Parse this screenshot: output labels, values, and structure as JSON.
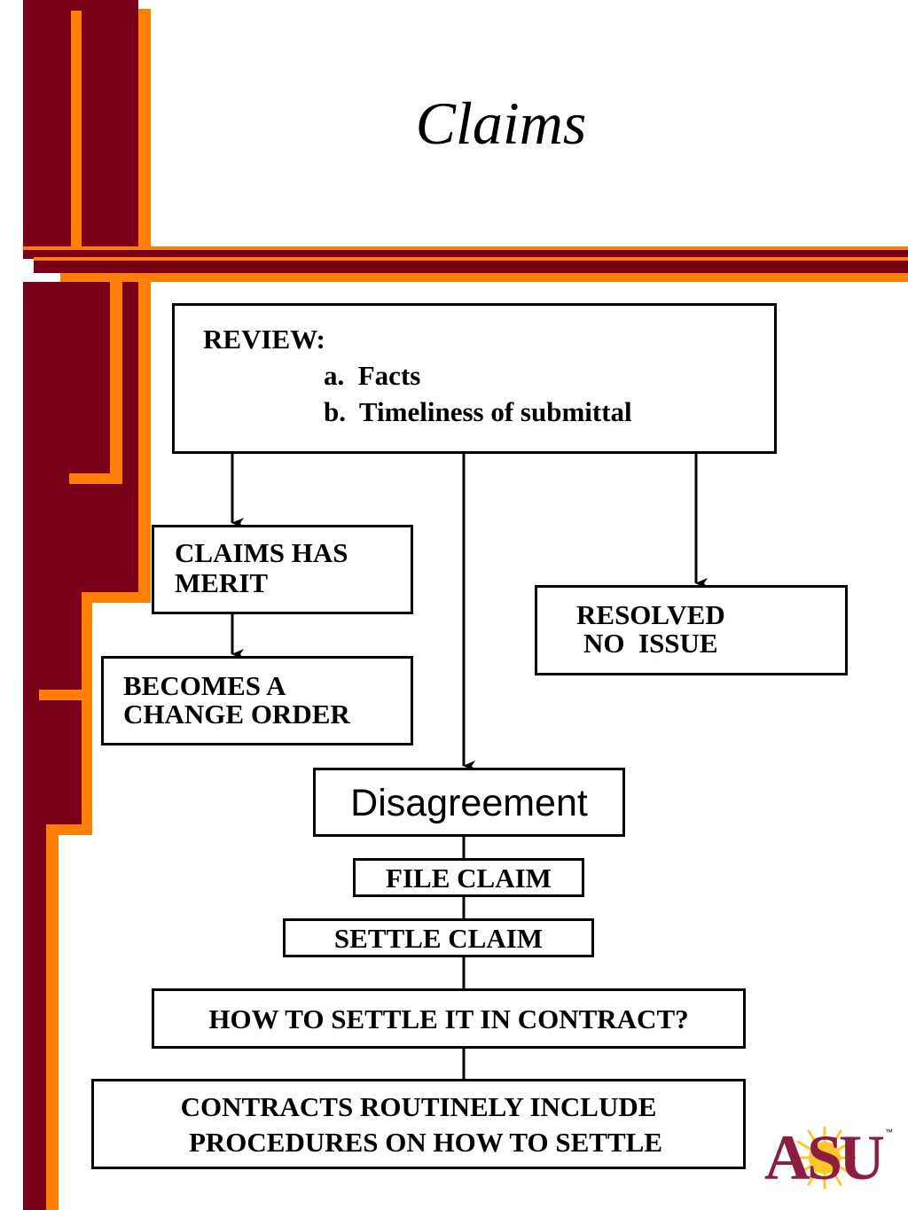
{
  "slide": {
    "title": "Claims"
  },
  "flow": {
    "review": {
      "heading": "REVIEW:",
      "items": [
        "a.  Facts",
        "b.  Timeliness of submittal"
      ]
    },
    "claims_has_merit": [
      "CLAIMS HAS",
      "MERIT"
    ],
    "becomes_change_order": [
      "BECOMES A",
      "CHANGE ORDER"
    ],
    "resolved": [
      "RESOLVED",
      "NO  ISSUE"
    ],
    "disagreement": "Disagreement",
    "file_claim": "FILE CLAIM",
    "settle_claim": "SETTLE CLAIM",
    "how_to_settle": "HOW TO SETTLE IT IN CONTRACT?",
    "contracts_include": [
      "CONTRACTS ROUTINELY INCLUDE",
      "PROCEDURES ON HOW TO SETTLE"
    ]
  },
  "logo": {
    "text": "ASU",
    "tm": "™"
  },
  "colors": {
    "maroon": "#7a0019",
    "orange": "#ff8000",
    "gold": "#ffc627"
  }
}
